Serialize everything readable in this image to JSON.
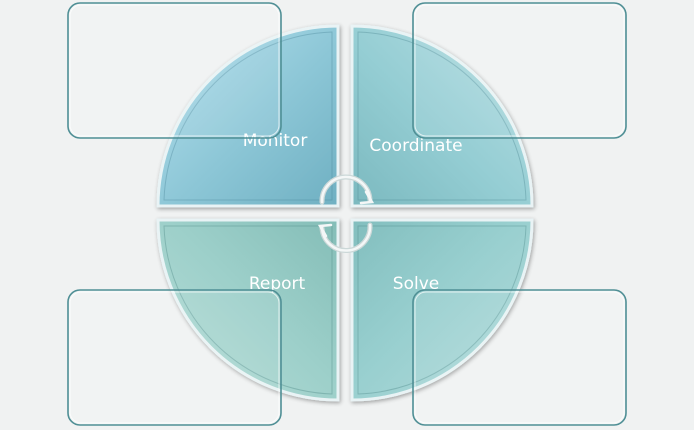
{
  "quadrants": [
    {
      "label": "Monitor",
      "color": "#8cc6d6"
    },
    {
      "label": "Coordinate",
      "color": "#94cdd3"
    },
    {
      "label": "Report",
      "color": "#9ccfc9"
    },
    {
      "label": "Solve",
      "color": "#98cfcf"
    }
  ],
  "colors": {
    "background": "#f0f2f2",
    "callout_border": "#4f8f95",
    "separator": "#f4f6f6",
    "arrow": "#e6eaea"
  },
  "icons": {
    "center": "cycle-arrows-icon"
  }
}
